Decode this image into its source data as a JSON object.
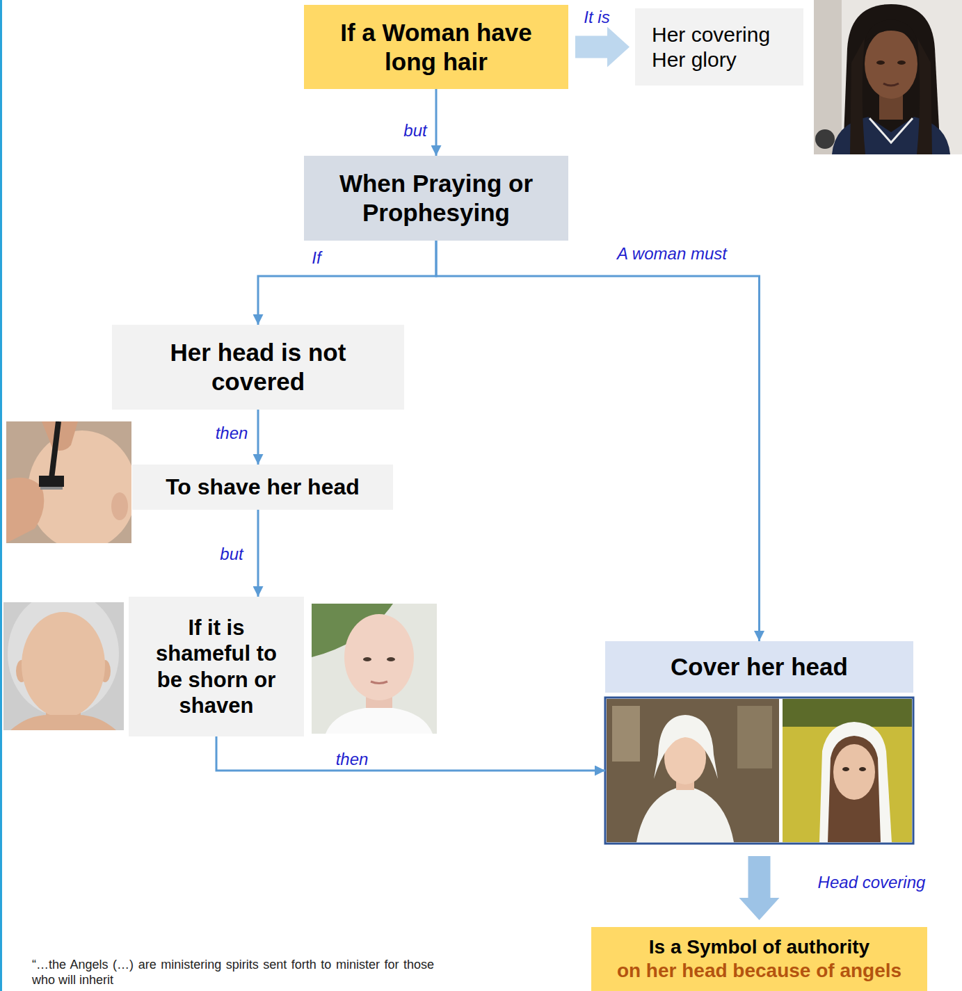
{
  "diagram": {
    "nodes": [
      {
        "text": [
          "If a Woman have long hair"
        ]
      },
      {
        "text": [
          "Her covering",
          "Her glory"
        ]
      },
      {
        "text": [
          "When Praying or Prophesying"
        ]
      },
      {
        "text": [
          "Her head is not covered"
        ]
      },
      {
        "text": [
          "To shave her head"
        ]
      },
      {
        "text": [
          "If it is shameful to be shorn or shaven"
        ]
      },
      {
        "text": [
          "Cover her head"
        ]
      },
      {
        "text": [
          "Is a Symbol of authority",
          "on her head because of angels"
        ]
      }
    ],
    "edges": [
      {
        "from": 0,
        "to": 1,
        "label": "It is",
        "arrow": "to"
      },
      {
        "from": 0,
        "to": 2,
        "label": "but",
        "arrow": "to"
      },
      {
        "from": 2,
        "to": 3,
        "label": "If",
        "arrow": "to"
      },
      {
        "from": 2,
        "to": 6,
        "label": "A woman must",
        "arrow": "to"
      },
      {
        "from": 3,
        "to": 4,
        "label": "then",
        "arrow": "to"
      },
      {
        "from": 4,
        "to": 5,
        "label": "but",
        "arrow": "to"
      },
      {
        "from": 5,
        "to": 6,
        "label": "then",
        "arrow": "to"
      },
      {
        "from": 6,
        "to": 7,
        "label": "Head covering",
        "arrow": "to"
      }
    ],
    "labels": [
      "“…the Angels (…) are ministering spirits sent forth to minister for those who will inherit"
    ]
  }
}
